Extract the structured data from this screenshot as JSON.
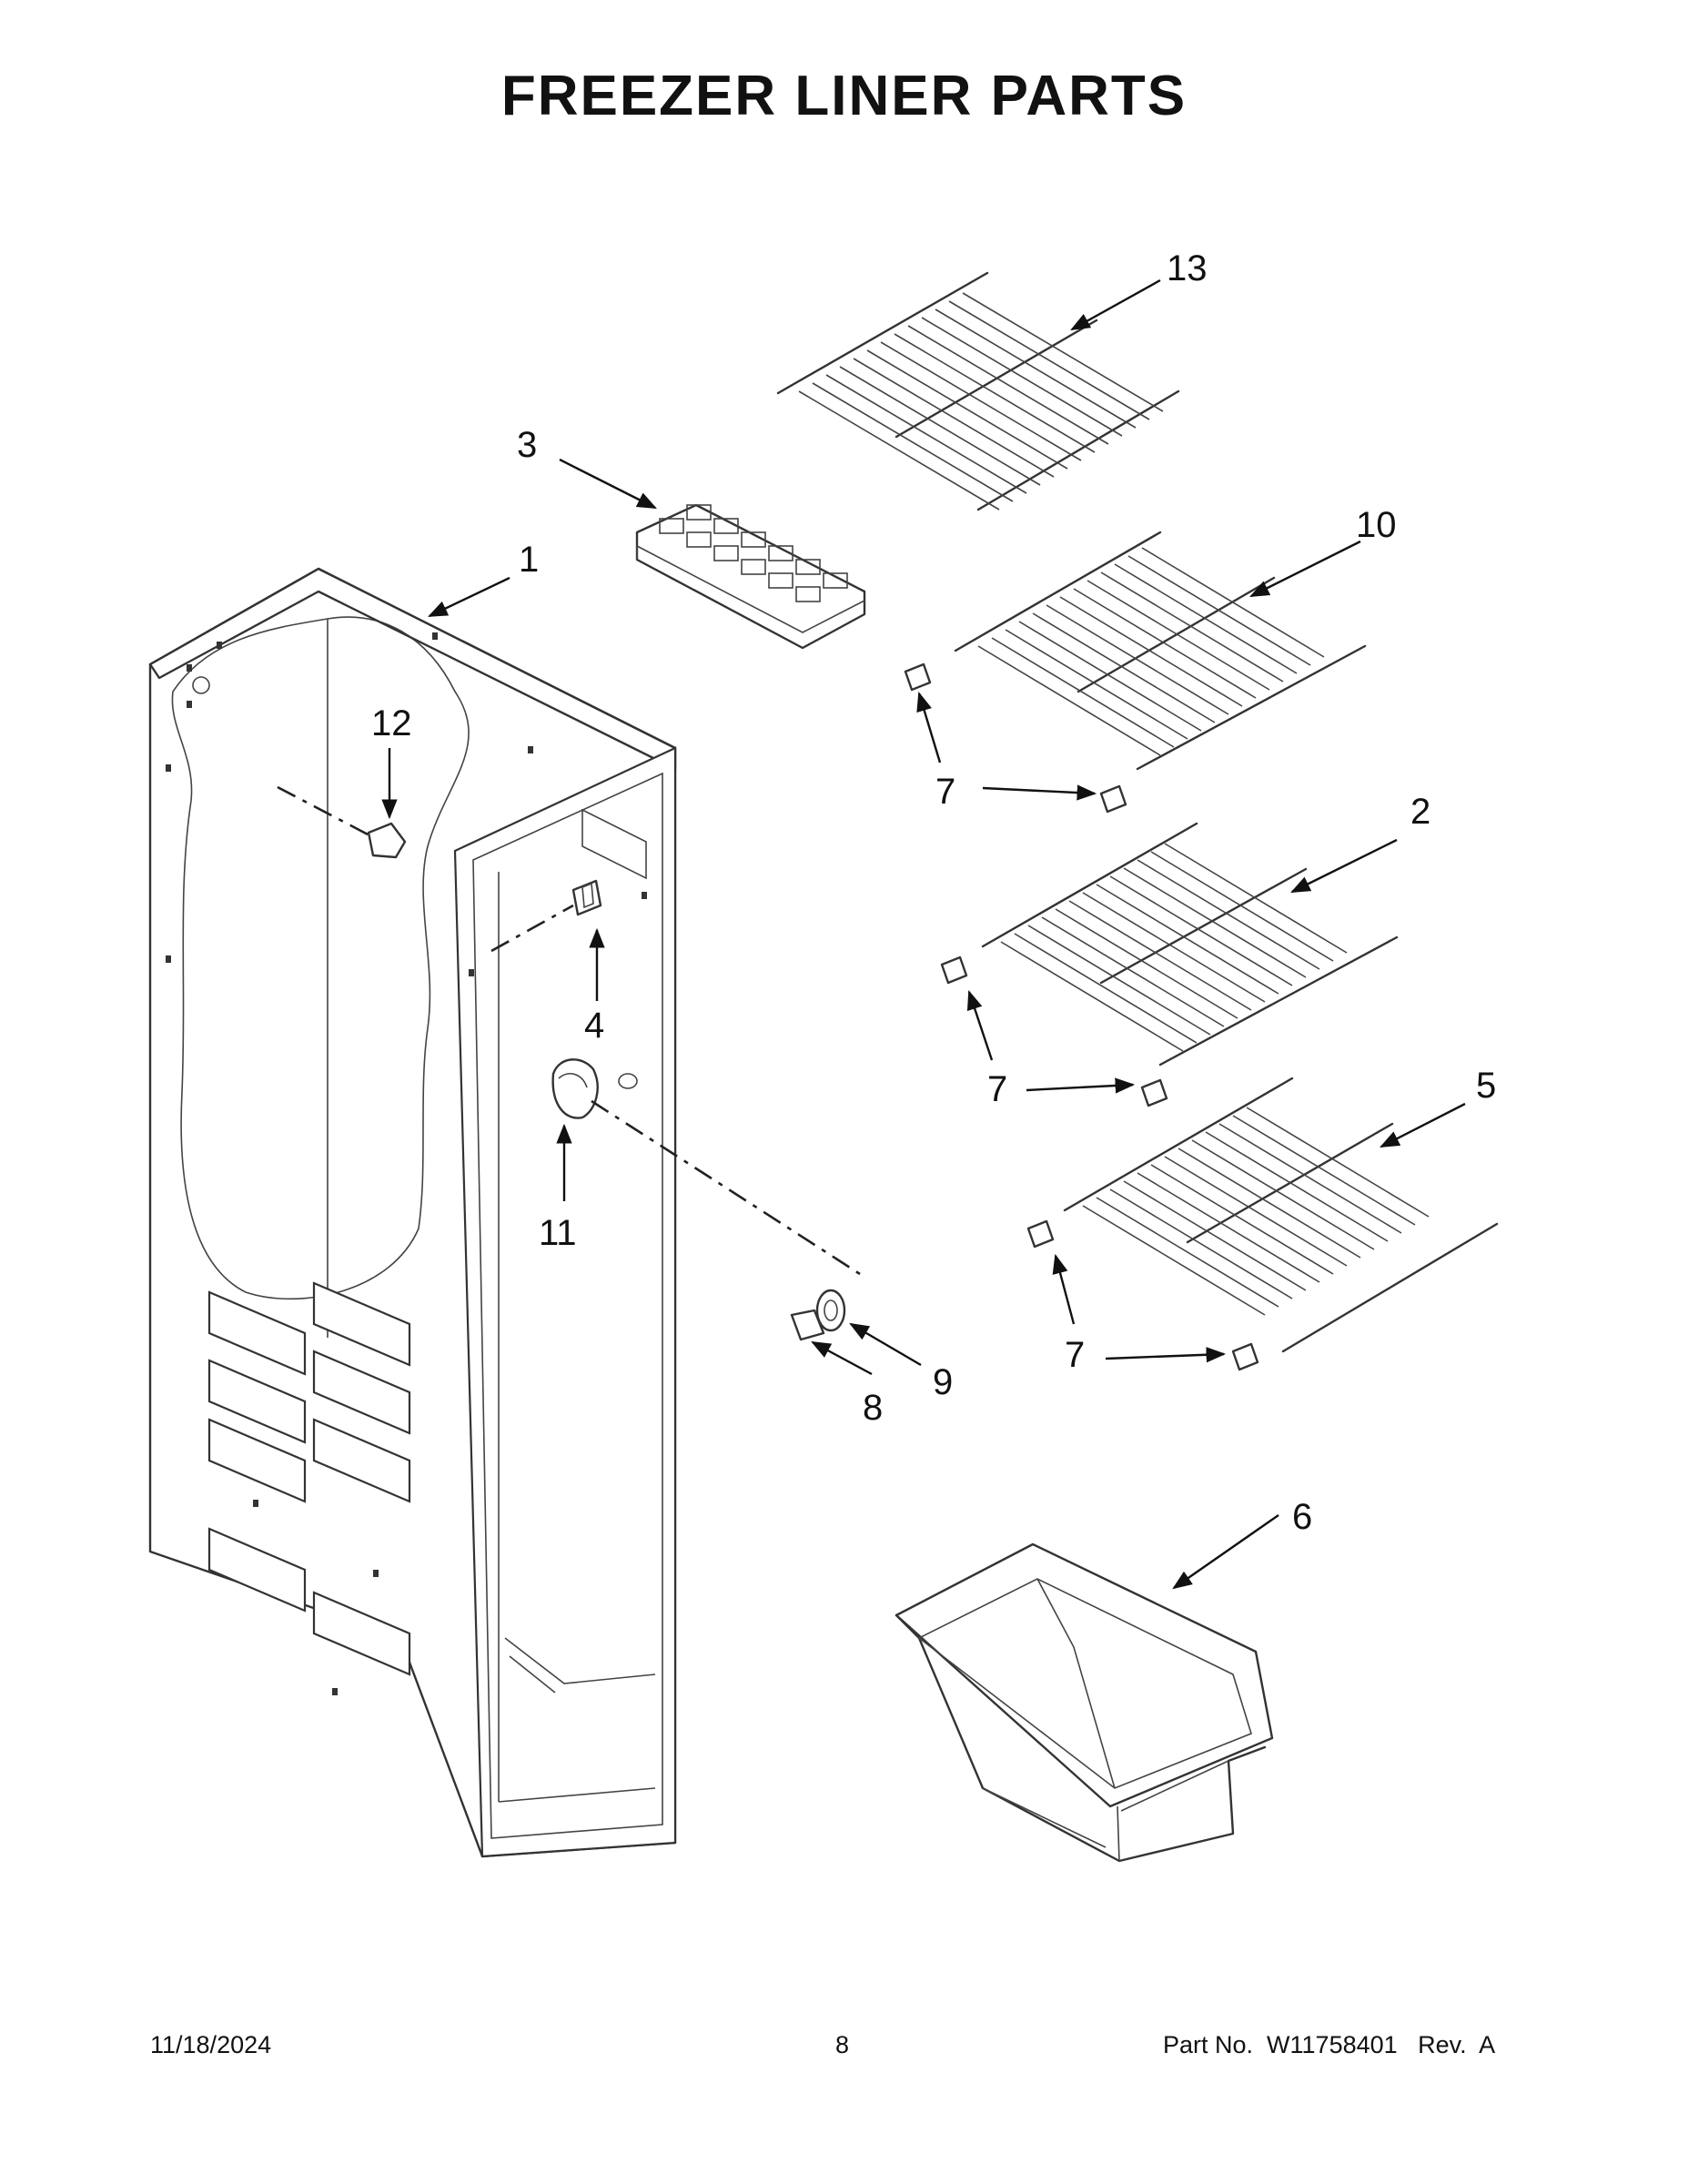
{
  "title": "FREEZER LINER PARTS",
  "callouts": [
    {
      "id": "1",
      "label": "1"
    },
    {
      "id": "2",
      "label": "2"
    },
    {
      "id": "3",
      "label": "3"
    },
    {
      "id": "4",
      "label": "4"
    },
    {
      "id": "5",
      "label": "5"
    },
    {
      "id": "6",
      "label": "6"
    },
    {
      "id": "7a",
      "label": "7"
    },
    {
      "id": "7b",
      "label": "7"
    },
    {
      "id": "7c",
      "label": "7"
    },
    {
      "id": "8",
      "label": "8"
    },
    {
      "id": "9",
      "label": "9"
    },
    {
      "id": "10",
      "label": "10"
    },
    {
      "id": "11",
      "label": "11"
    },
    {
      "id": "12",
      "label": "12"
    },
    {
      "id": "13",
      "label": "13"
    }
  ],
  "footer": {
    "date": "11/18/2024",
    "page": "8",
    "part": "Part No.  W11758401   Rev.  A"
  }
}
